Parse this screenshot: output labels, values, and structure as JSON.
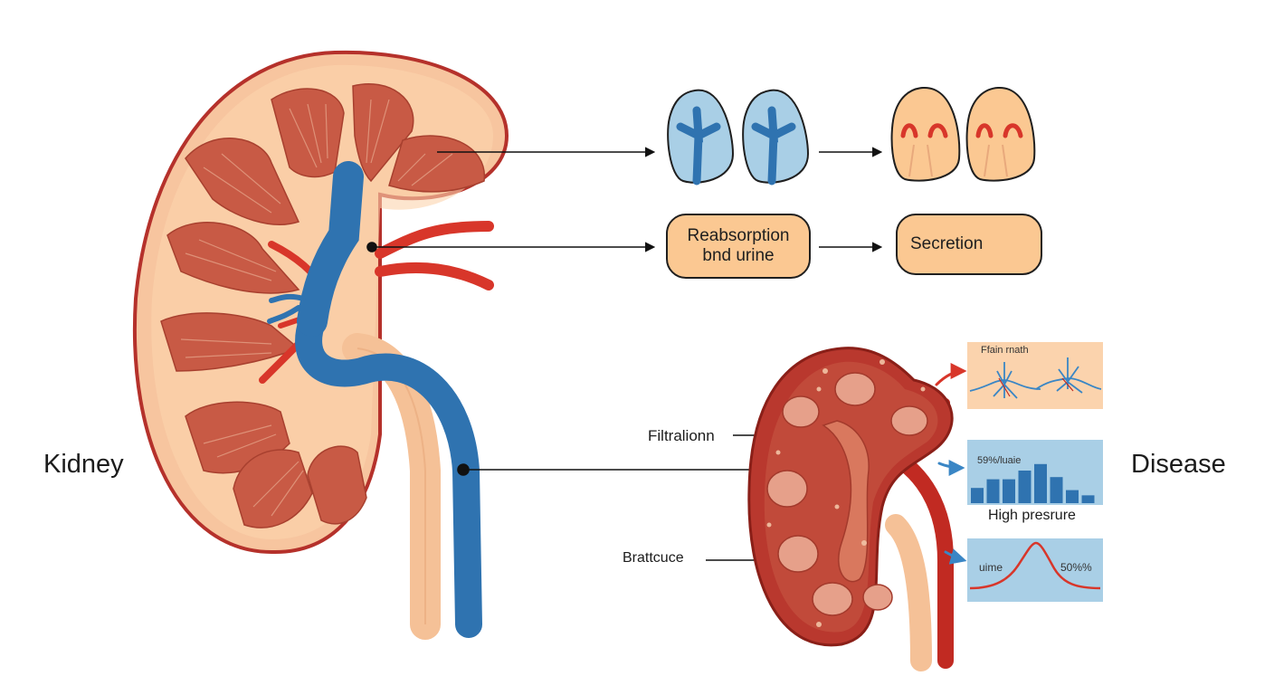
{
  "title_left": "Kidney",
  "title_right": "Disease",
  "process_boxes": {
    "reabsorption_line1": "Reabsorption",
    "reabsorption_line2": "bnd urine",
    "secretion": "Secretion"
  },
  "diseased_kidney_labels": {
    "filtration": "Filtralionn",
    "structure": "Brattcuce"
  },
  "inset_panels": {
    "panel1_title": "Ffain rnath",
    "panel2_title": "59%/luaie",
    "panel2_caption": "High presrure",
    "panel3_left": "uime",
    "panel3_right": "50%%"
  },
  "chart_data": {
    "type": "bar",
    "title": "59%/luaie",
    "xlabel": "High presrure",
    "ylabel": "",
    "categories": [],
    "values": [
      0.35,
      0.55,
      0.55,
      0.75,
      0.9,
      0.6,
      0.3,
      0.18
    ]
  },
  "colors": {
    "cortex": "#f9c9a0",
    "outline": "#b5312b",
    "pyramid": "#c85a45",
    "vein": "#2f73b0",
    "artery": "#d8362a",
    "ureter": "#f5c197",
    "panel": "#a9cfe6",
    "orange_panel": "#fbc892"
  }
}
